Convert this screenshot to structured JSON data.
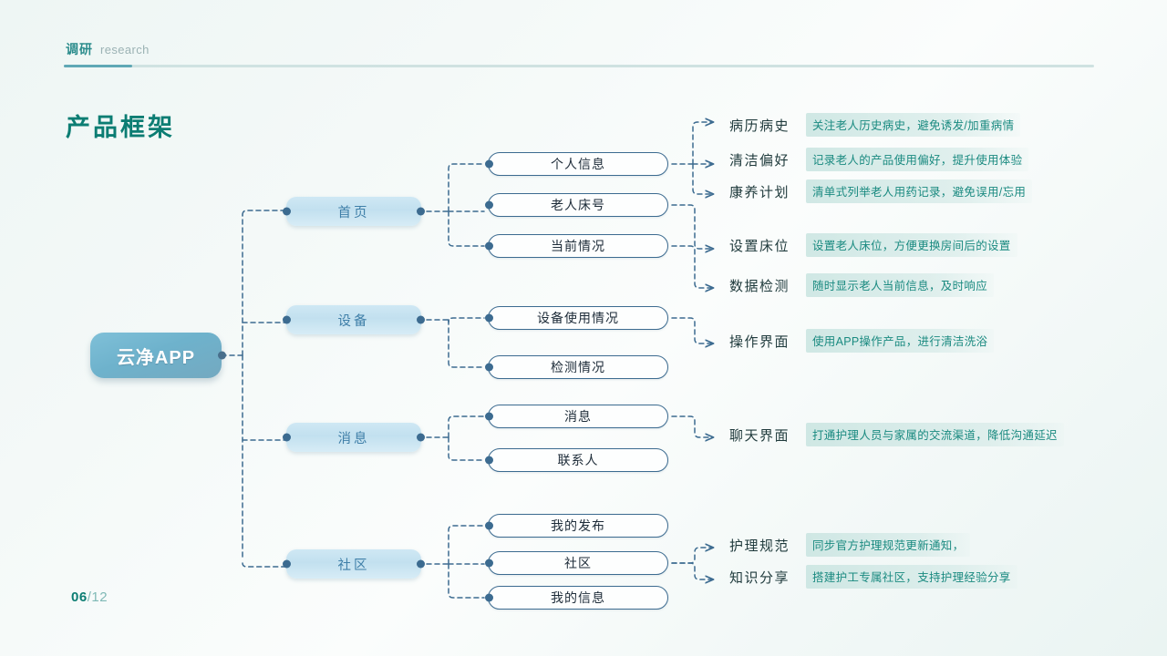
{
  "header": {
    "cn": "调研",
    "en": "research"
  },
  "title": "产品框架",
  "page": {
    "current": "06",
    "total": "/12"
  },
  "root": {
    "label": "云净APP"
  },
  "branches": [
    {
      "label": "首页",
      "children": [
        {
          "label": "个人信息"
        },
        {
          "label": "老人床号"
        },
        {
          "label": "当前情况"
        }
      ]
    },
    {
      "label": "设备",
      "children": [
        {
          "label": "设备使用情况"
        },
        {
          "label": "检测情况"
        }
      ]
    },
    {
      "label": "消息",
      "children": [
        {
          "label": "消息"
        },
        {
          "label": "联系人"
        }
      ]
    },
    {
      "label": "社区",
      "children": [
        {
          "label": "我的发布"
        },
        {
          "label": "社区"
        },
        {
          "label": "我的信息"
        }
      ]
    }
  ],
  "leaves": [
    {
      "label": "病历病史",
      "desc": "关注老人历史病史，避免诱发/加重病情"
    },
    {
      "label": "清洁偏好",
      "desc": "记录老人的产品使用偏好，提升使用体验"
    },
    {
      "label": "康养计划",
      "desc": "清单式列举老人用药记录，避免误用/忘用"
    },
    {
      "label": "设置床位",
      "desc": "设置老人床位，方便更换房间后的设置"
    },
    {
      "label": "数据检测",
      "desc": "随时显示老人当前信息，及时响应"
    },
    {
      "label": "操作界面",
      "desc": "使用APP操作产品，进行清洁洗浴"
    },
    {
      "label": "聊天界面",
      "desc": "打通护理人员与家属的交流渠道，降低沟通延迟"
    },
    {
      "label": "护理规范",
      "desc": "同步官方护理规范更新通知，"
    },
    {
      "label": "知识分享",
      "desc": "搭建护工专属社区，支持护理经验分享"
    }
  ],
  "colors": {
    "accent_teal": "#0c7d73",
    "node_blue": "#3c6b90",
    "root_blue": "#6eb2cc",
    "desc_teal": "#1a8a80"
  }
}
